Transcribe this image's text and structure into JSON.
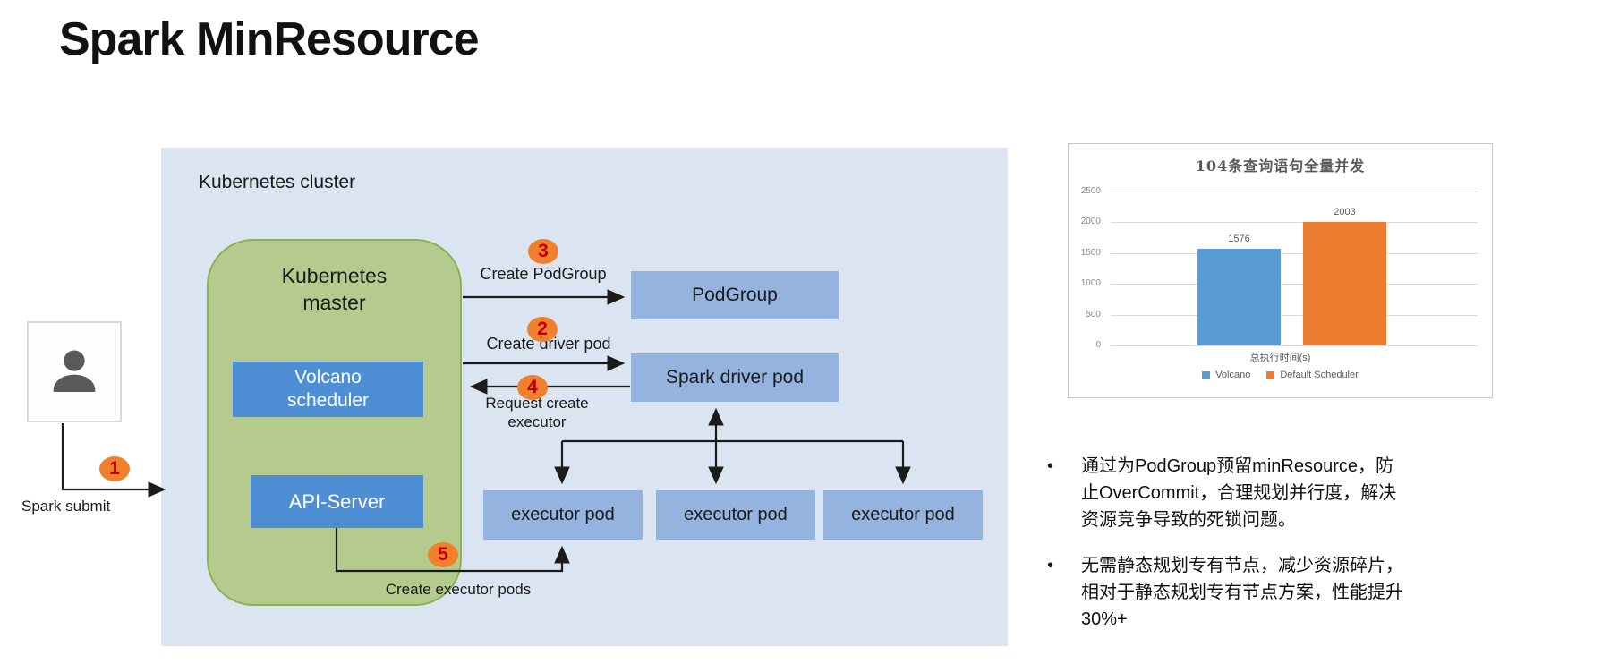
{
  "slide_title": "Spark MinResource",
  "diagram": {
    "cluster_label": "Kubernetes cluster",
    "master_label_lines": [
      "Kubernetes",
      "master"
    ],
    "volcano_box_lines": [
      "Volcano",
      "scheduler"
    ],
    "api_box_label": "API-Server",
    "podgroup_box_label": "PodGroup",
    "driver_box_label": "Spark driver pod",
    "executor_box_labels": [
      "executor pod",
      "executor pod",
      "executor pod"
    ],
    "user_label": "Spark submit",
    "step_numbers": [
      "1",
      "2",
      "3",
      "4",
      "5"
    ],
    "arrow_labels": {
      "create_podgroup": "Create PodGroup",
      "create_driver_pod": "Create driver pod",
      "request_create_lines": [
        "Request create",
        "executor"
      ],
      "create_executor_pods": "Create executor pods"
    }
  },
  "chart_data": {
    "type": "bar",
    "title": "104条查询语句全量并发",
    "xlabel": "总执行时间(s)",
    "categories": [
      "总执行时间(s)"
    ],
    "series": [
      {
        "name": "Volcano",
        "values": [
          1576
        ],
        "color": "#5b9bd5"
      },
      {
        "name": "Default Scheduler",
        "values": [
          2003
        ],
        "color": "#ed7d31"
      }
    ],
    "ylim": [
      0,
      2500
    ],
    "ytick_step": 500,
    "yticks": [
      0,
      500,
      1000,
      1500,
      2000,
      2500
    ],
    "grid": true,
    "legend_position": "bottom"
  },
  "bullets": [
    {
      "lines": [
        "通过为PodGroup预留minResource，防",
        "止OverCommit，合理规划并行度，解决",
        "资源竞争导致的死锁问题。"
      ]
    },
    {
      "lines": [
        "无需静态规划专有节点，减少资源碎片，",
        "相对于静态规划专有节点方案，性能提升",
        "30%+"
      ]
    }
  ],
  "colors": {
    "cluster_bg": "#dbe5f1",
    "master_fill": "#b5cb8e",
    "master_border": "#8bb152",
    "scheduler_box_blue": "#4e8ed4",
    "pod_box_blue": "#95b3df",
    "badge_bg": "#f0802d",
    "badge_text": "#c00000",
    "bar_blue": "#5b9bd5",
    "bar_orange": "#ed7d31"
  }
}
